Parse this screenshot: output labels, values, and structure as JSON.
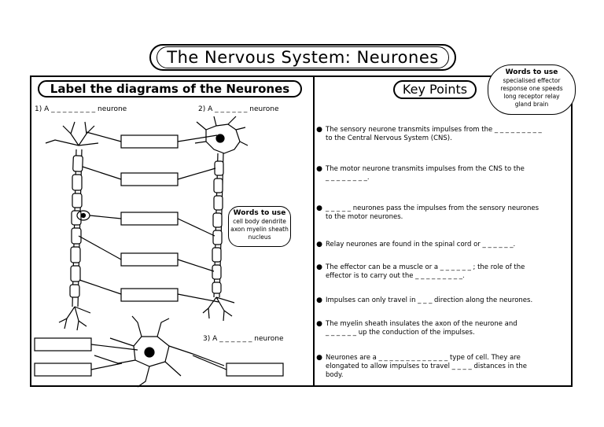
{
  "title": "The Nervous System: Neurones",
  "left_panel": {
    "heading": "Label the diagrams of the Neurones",
    "q1": "1) A _ _ _ _ _ _ _ _ neurone",
    "q2": "2) A _ _ _ _ _ _ neurone",
    "q3": "3) A _ _ _ _ _ _ neurone",
    "words": {
      "title": "Words to use",
      "line1": "cell body   dendrite",
      "line2": "axon   myelin sheath",
      "line3": "nucleus"
    }
  },
  "right_panel": {
    "heading": "Key Points",
    "words": {
      "title": "Words to use",
      "line1": "specialised  effector",
      "line2": "response  one  speeds",
      "line3": "long  receptor  relay",
      "line4": "gland  brain"
    },
    "bullet_symbol": "●",
    "points": [
      {
        "line1": "The sensory neurone transmits impulses from the _ _ _ _ _ _ _ _ _",
        "line2": "to the Central Nervous System (CNS)."
      },
      {
        "line1": "The motor neurone transmits impulses from the CNS to the",
        "line2": "_ _ _ _ _ _ _ _."
      },
      {
        "line1": "_ _ _ _ _ neurones pass the impulses from the sensory neurones",
        "line2": "to the motor neurones."
      },
      {
        "line1": "Relay neurones are found in the spinal cord or _ _ _ _ _ _.",
        "line2": ""
      },
      {
        "line1": "The effector can be a muscle or a _ _ _ _ _ _ ; the role of the",
        "line2": "effector is to carry out the _ _ _ _ _ _ _ _ _."
      },
      {
        "line1": "Impulses can only travel in _ _ _ direction along the neurones.",
        "line2": ""
      },
      {
        "line1": "The myelin sheath insulates the axon of the neurone and",
        "line2": "_ _ _ _ _ _ up the conduction of the impulses."
      },
      {
        "line1": "Neurones are a _ _ _ _ _ _ _ _ _ _ _ _ _ type of cell. They are",
        "line2": "elongated to allow impulses to travel _ _ _ _ distances in the",
        "line3": "body."
      }
    ]
  }
}
